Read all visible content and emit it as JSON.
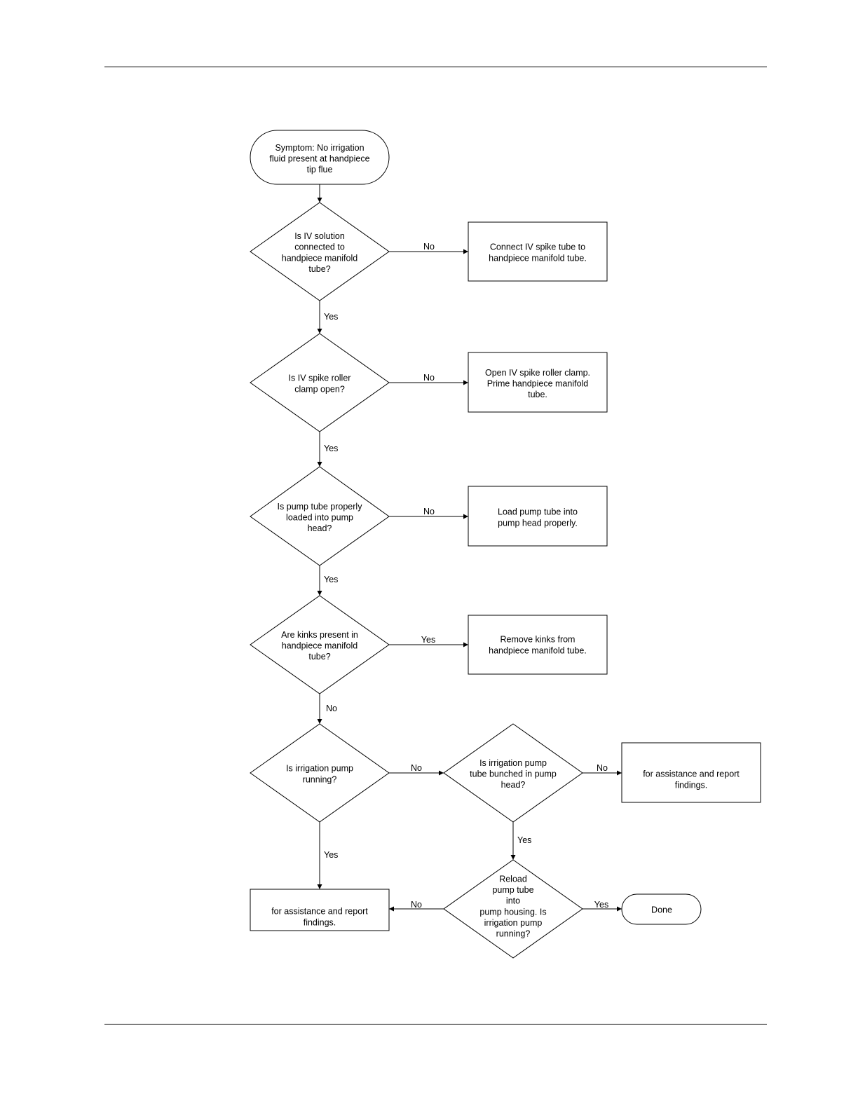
{
  "flowchart": {
    "nodes": {
      "start": {
        "lines": [
          "Symptom: No irrigation",
          "fluid present at handpiece",
          "tip flue"
        ]
      },
      "q1": {
        "lines": [
          "Is IV solution",
          "connected to",
          "handpiece manifold",
          "tube?"
        ]
      },
      "a1": {
        "lines": [
          "Connect IV spike tube to",
          "handpiece manifold tube."
        ]
      },
      "q2": {
        "lines": [
          "Is IV spike roller",
          "clamp open?"
        ]
      },
      "a2": {
        "lines": [
          "Open IV spike roller clamp.",
          "Prime handpiece manifold",
          "tube."
        ]
      },
      "q3": {
        "lines": [
          "Is pump tube properly",
          "loaded into pump",
          "head?"
        ]
      },
      "a3": {
        "lines": [
          "Load pump tube into",
          "pump head properly."
        ]
      },
      "q4": {
        "lines": [
          "Are kinks present in",
          "handpiece manifold",
          "tube?"
        ]
      },
      "a4": {
        "lines": [
          "Remove kinks from",
          "handpiece manifold tube."
        ]
      },
      "q5": {
        "lines": [
          "Is irrigation pump",
          "running?"
        ]
      },
      "q6": {
        "lines": [
          "Is irrigation pump",
          "tube bunched in pump",
          "head?"
        ]
      },
      "a6": {
        "lines": [
          "for assistance and report",
          "findings."
        ]
      },
      "q7": {
        "lines": [
          "Reload",
          "pump tube",
          "into",
          "pump housing.  Is",
          "irrigation pump",
          "running?"
        ]
      },
      "a5": {
        "lines": [
          "for assistance and report",
          "findings."
        ]
      },
      "done": {
        "lines": [
          "Done"
        ]
      }
    },
    "edges": {
      "q1_no": "No",
      "q1_yes": "Yes",
      "q2_no": "No",
      "q2_yes": "Yes",
      "q3_no": "No",
      "q3_yes": "Yes",
      "q4_yes": "Yes",
      "q4_no": "No",
      "q5_no": "No",
      "q5_yes": "Yes",
      "q6_no": "No",
      "q6_yes": "Yes",
      "q7_no": "No",
      "q7_yes": "Yes"
    }
  }
}
